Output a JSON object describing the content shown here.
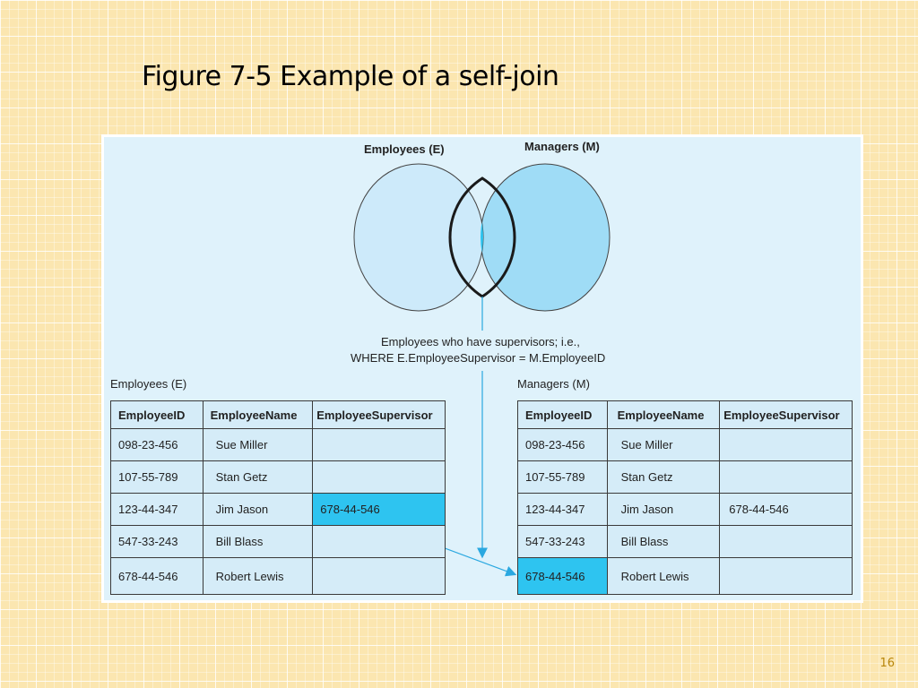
{
  "slide": {
    "title": "Figure 7-5 Example of a self-join",
    "page_number": "16"
  },
  "venn": {
    "left_label": "Employees (E)",
    "right_label": "Managers (M)",
    "caption_line1": "Employees who have supervisors; i.e.,",
    "caption_line2": "WHERE E.EmployeeSupervisor = M.EmployeeID"
  },
  "employees_table": {
    "caption": "Employees (E)",
    "headers": [
      "EmployeeID",
      "EmployeeName",
      "EmployeeSupervisor"
    ],
    "rows": [
      [
        "098-23-456",
        "Sue Miller",
        ""
      ],
      [
        "107-55-789",
        "Stan Getz",
        ""
      ],
      [
        "123-44-347",
        "Jim Jason",
        "678-44-546"
      ],
      [
        "547-33-243",
        "Bill Blass",
        ""
      ],
      [
        "678-44-546",
        "Robert Lewis",
        ""
      ]
    ]
  },
  "managers_table": {
    "caption": "Managers (M)",
    "headers": [
      "EmployeeID",
      "EmployeeName",
      "EmployeeSupervisor"
    ],
    "rows": [
      [
        "098-23-456",
        "Sue Miller",
        ""
      ],
      [
        "107-55-789",
        "Stan Getz",
        ""
      ],
      [
        "123-44-347",
        "Jim Jason",
        "678-44-546"
      ],
      [
        "547-33-243",
        "Bill Blass",
        ""
      ],
      [
        "678-44-546",
        "Robert Lewis",
        ""
      ]
    ]
  },
  "colors": {
    "highlight": "#2ec4f0",
    "left_circle": "#cdeafa",
    "right_circle": "#9fdcf6",
    "table_fill": "#d5ecf8",
    "arrow": "#2aa8e0"
  }
}
